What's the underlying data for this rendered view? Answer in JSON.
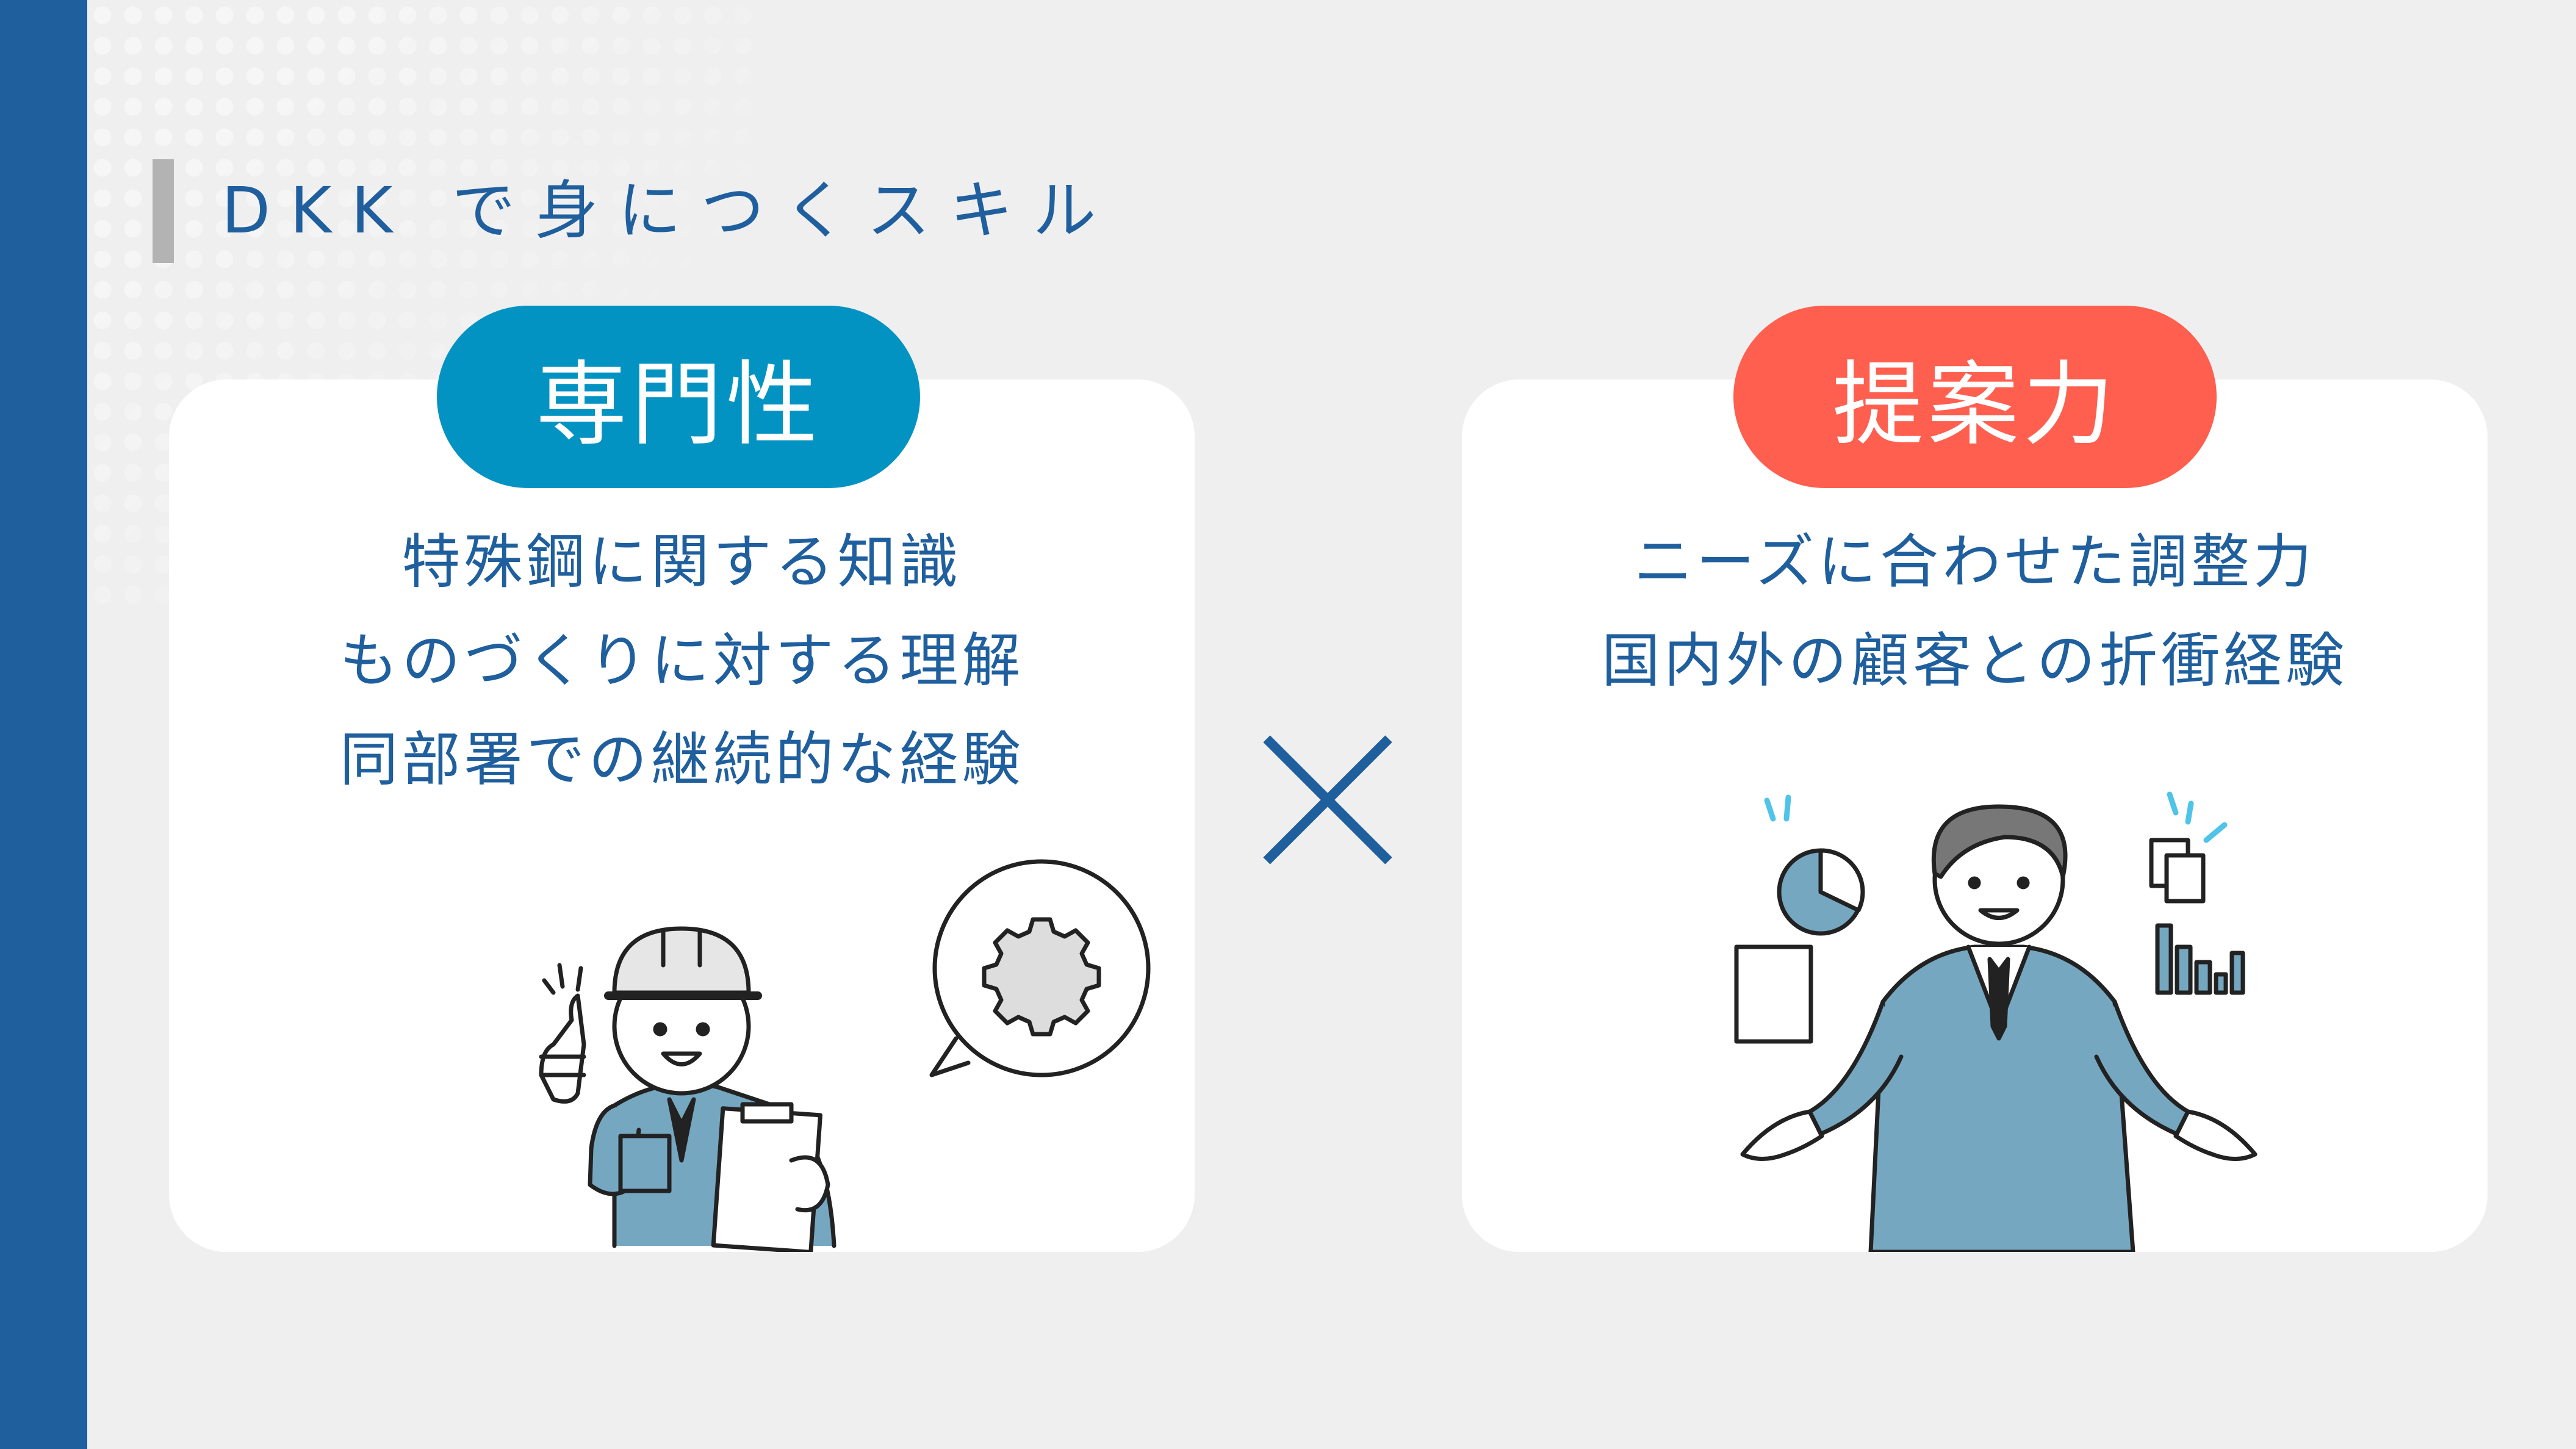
{
  "title": "DKK で身につくスキル",
  "left": {
    "badge": "専門性",
    "color": "#0393c2",
    "lines": [
      "特殊鋼に関する知識",
      "ものづくりに対する理解",
      "同部署での継続的な経験"
    ]
  },
  "right": {
    "badge": "提案力",
    "color": "#fe5f4f",
    "lines": [
      "ニーズに合わせた調整力",
      "国内外の顧客との折衝経験"
    ]
  },
  "accent": "#1f5f9e"
}
